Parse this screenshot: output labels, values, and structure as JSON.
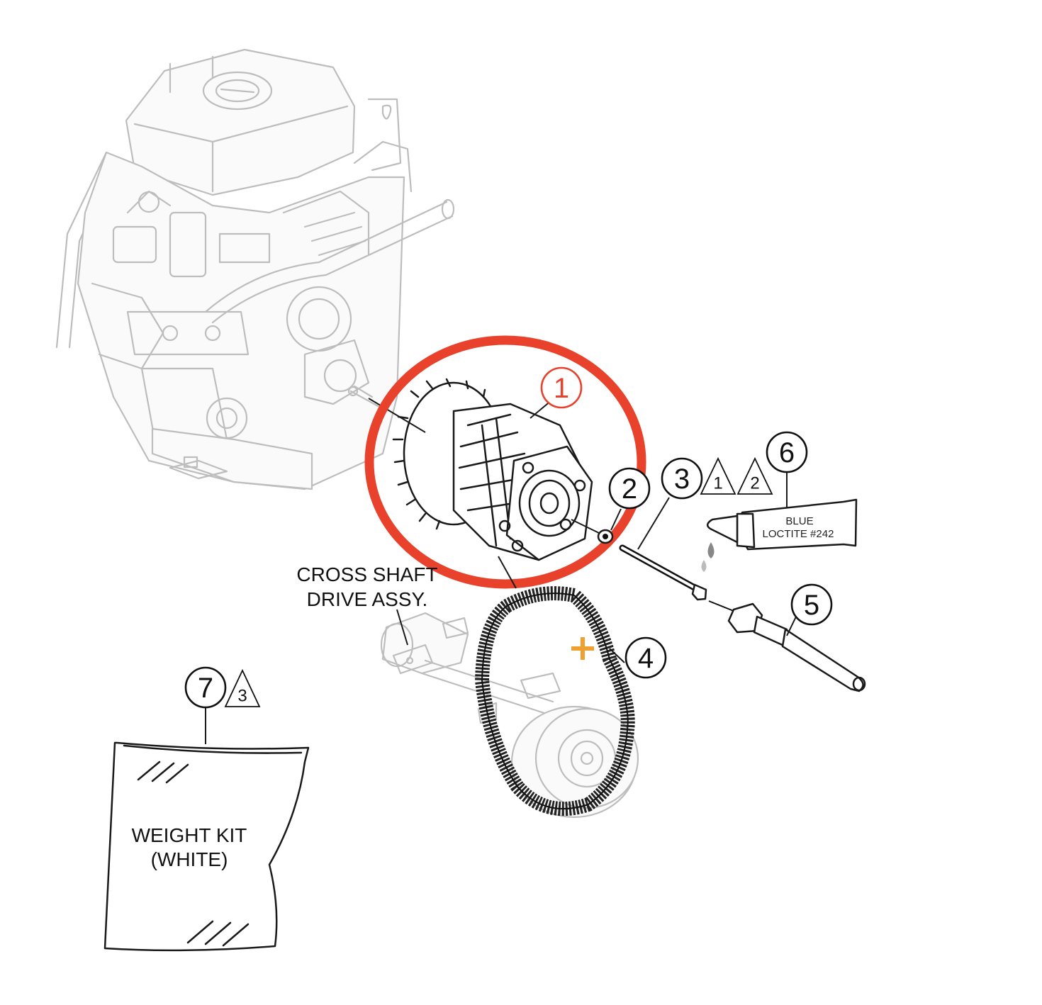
{
  "callouts": {
    "c1": "1",
    "c2": "2",
    "c3": "3",
    "c4": "4",
    "c5": "5",
    "c6": "6",
    "c7": "7"
  },
  "notes": {
    "n1": "1",
    "n2": "2",
    "n3": "3"
  },
  "labels": {
    "cross_shaft_line1": "CROSS SHAFT",
    "cross_shaft_line2": "DRIVE ASSY.",
    "loctite_line1": "BLUE",
    "loctite_line2": "LOCTITE #242",
    "weight_kit_line1": "WEIGHT KIT",
    "weight_kit_line2": "(WHITE)"
  },
  "colors": {
    "highlight_ring": "#e8412c",
    "highlight_callout": "#e8412c",
    "center_mark": "#f0a030"
  }
}
